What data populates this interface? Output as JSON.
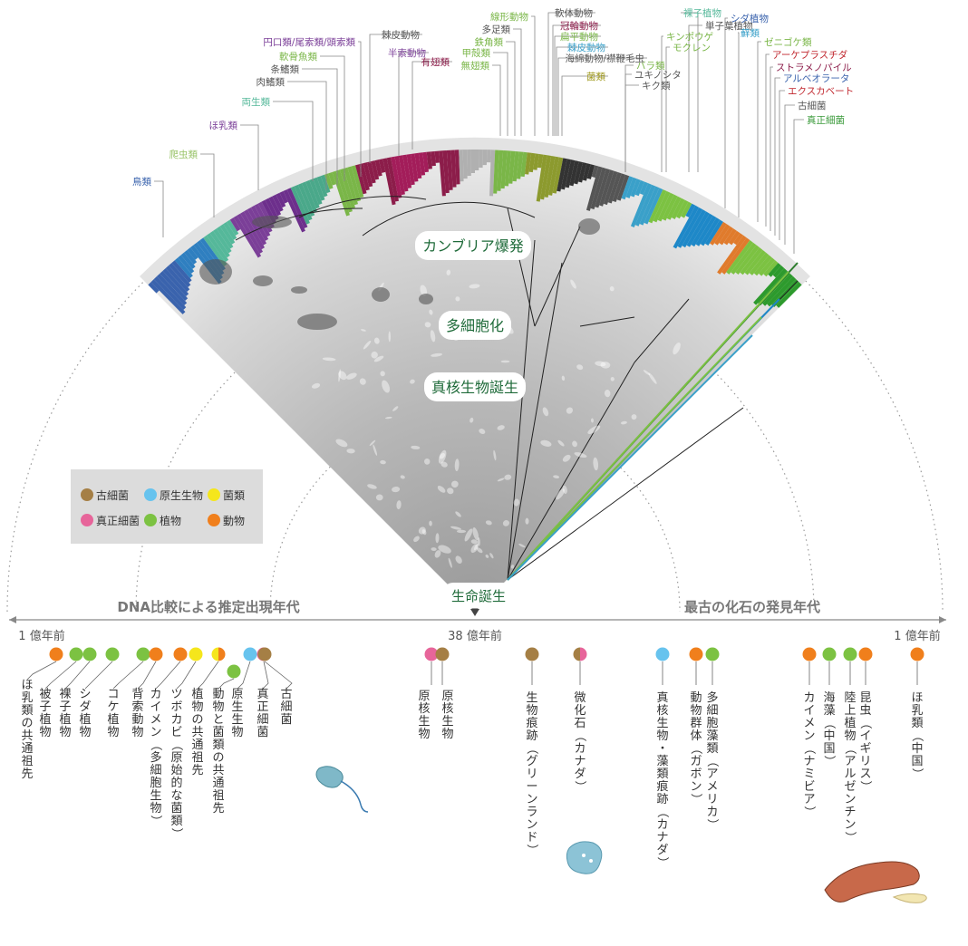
{
  "stages": {
    "cambrian": "カンブリア爆発",
    "multicellular": "多細胞化",
    "eukaryote": "真核生物誕生",
    "origin": "生命誕生"
  },
  "axis": {
    "left_title": "DNA比較による推定出現年代",
    "right_title": "最古の化石の発見年代",
    "left_label": "1 億年前",
    "center_label": "38 億年前",
    "right_label": "1 億年前"
  },
  "legend": [
    {
      "label": "古細菌",
      "color": "#a57f45"
    },
    {
      "label": "原生生物",
      "color": "#67c3ee"
    },
    {
      "label": "菌類",
      "color": "#f5e61c"
    },
    {
      "label": "真正細菌",
      "color": "#e7659a"
    },
    {
      "label": "植物",
      "color": "#7cc242"
    },
    {
      "label": "動物",
      "color": "#f07f1c"
    }
  ],
  "clade_labels_left": [
    {
      "text": "鳥類",
      "color": "#3a63ad"
    },
    {
      "text": "爬虫類",
      "color": "#9ac46a"
    },
    {
      "text": "ほ乳類",
      "color": "#7b3f98"
    },
    {
      "text": "両生類",
      "color": "#55b89a"
    },
    {
      "text": "肉鰭類",
      "color": "#555555"
    },
    {
      "text": "条鰭類",
      "color": "#555555"
    },
    {
      "text": "軟骨魚類",
      "color": "#7ab648"
    },
    {
      "text": "円口類/尾索類/頭索類",
      "color": "#7b3f98"
    },
    {
      "text": "棘皮動物",
      "color": "#555555"
    },
    {
      "text": "半索動物",
      "color": "#7b3f98"
    },
    {
      "text": "有翅類",
      "color": "#8c1d4a"
    }
  ],
  "clade_labels_mid": [
    {
      "text": "線形動物",
      "color": "#7ab648"
    },
    {
      "text": "多足類",
      "color": "#555555"
    },
    {
      "text": "鉄角類",
      "color": "#7ab648"
    },
    {
      "text": "甲殻類",
      "color": "#7ab648"
    },
    {
      "text": "無翅類",
      "color": "#7ab648"
    },
    {
      "text": "軟体動物",
      "color": "#555555"
    },
    {
      "text": "冠輪動物",
      "color": "#8c1d4a"
    },
    {
      "text": "扁平動物",
      "color": "#7ab648"
    },
    {
      "text": "棘皮動物",
      "color": "#3aa0c9"
    },
    {
      "text": "海綿動物/襟鞭毛虫",
      "color": "#555555"
    },
    {
      "text": "菌類",
      "color": "#a09a1e"
    }
  ],
  "clade_labels_right": [
    {
      "text": "裸子植物",
      "color": "#55b89a"
    },
    {
      "text": "単子葉植物",
      "color": "#555555"
    },
    {
      "text": "キンポウゲ",
      "color": "#7ab648"
    },
    {
      "text": "モクレン",
      "color": "#7ab648"
    },
    {
      "text": "バラ類",
      "color": "#7ab648"
    },
    {
      "text": "ユキノシタ",
      "color": "#555555"
    },
    {
      "text": "キク類",
      "color": "#555555"
    },
    {
      "text": "シダ植物",
      "color": "#3a63ad"
    },
    {
      "text": "蘚類",
      "color": "#3aa0c9"
    },
    {
      "text": "ゼニゴケ類",
      "color": "#7ab648"
    },
    {
      "text": "アーケプラスチダ",
      "color": "#c0262d"
    },
    {
      "text": "ストラメノパイル",
      "color": "#8c1d4a"
    },
    {
      "text": "アルベオラータ",
      "color": "#3a63ad"
    },
    {
      "text": "エクスカベート",
      "color": "#c0262d"
    },
    {
      "text": "古細菌",
      "color": "#555555"
    },
    {
      "text": "真正細菌",
      "color": "#3a9a3a"
    }
  ],
  "timeline_left": [
    {
      "text": "ほ乳類の共通祖先",
      "colors": [
        "#f07f1c"
      ]
    },
    {
      "text": "被子植物",
      "colors": [
        "#7cc242"
      ]
    },
    {
      "text": "裸子植物",
      "colors": [
        "#7cc242"
      ]
    },
    {
      "text": "シダ植物",
      "colors": [
        "#7cc242"
      ]
    },
    {
      "text": "コケ植物",
      "colors": [
        "#7cc242"
      ]
    },
    {
      "text": "背索動物",
      "colors": [
        "#f07f1c"
      ]
    },
    {
      "text": "カイメン（多細胞生物）",
      "colors": [
        "#f07f1c"
      ]
    },
    {
      "text": "ツボカビ（原始的な菌類）",
      "colors": [
        "#f5e61c"
      ]
    },
    {
      "text": "植物の共通祖先",
      "colors": [
        "#f5e61c",
        "#f07f1c"
      ]
    },
    {
      "text": "動物と菌類の共通祖先",
      "colors": [
        "#7cc242"
      ]
    },
    {
      "text": "原生生物",
      "colors": [
        "#67c3ee"
      ]
    },
    {
      "text": "真正細菌",
      "colors": [
        "#e7659a"
      ]
    },
    {
      "text": "古細菌",
      "colors": [
        "#a57f45"
      ]
    }
  ],
  "timeline_center": [
    {
      "text": "原核生物",
      "colors": [
        "#e7659a"
      ]
    },
    {
      "text": "原核生物",
      "colors": [
        "#a57f45"
      ]
    }
  ],
  "timeline_right": [
    {
      "text": "生物痕跡（グリーンランド）",
      "colors": [
        "#a57f45"
      ]
    },
    {
      "text": "微化石（カナダ）",
      "colors": [
        "#a57f45",
        "#e7659a"
      ]
    },
    {
      "text": "真核生物・藻類痕跡（カナダ）",
      "colors": [
        "#67c3ee"
      ]
    },
    {
      "text": "動物群体（ガボン）",
      "colors": [
        "#f07f1c"
      ]
    },
    {
      "text": "多細胞藻類（アメリカ）",
      "colors": [
        "#7cc242"
      ]
    },
    {
      "text": "カイメン（ナミビア）",
      "colors": [
        "#f07f1c"
      ]
    },
    {
      "text": "海藻（中国）",
      "colors": [
        "#7cc242"
      ]
    },
    {
      "text": "陸上植物（アルゼンチン）",
      "colors": [
        "#7cc242"
      ]
    },
    {
      "text": "昆虫（イギリス）",
      "colors": [
        "#f07f1c"
      ]
    },
    {
      "text": "ほ乳類（中国）",
      "colors": [
        "#f07f1c"
      ]
    }
  ]
}
